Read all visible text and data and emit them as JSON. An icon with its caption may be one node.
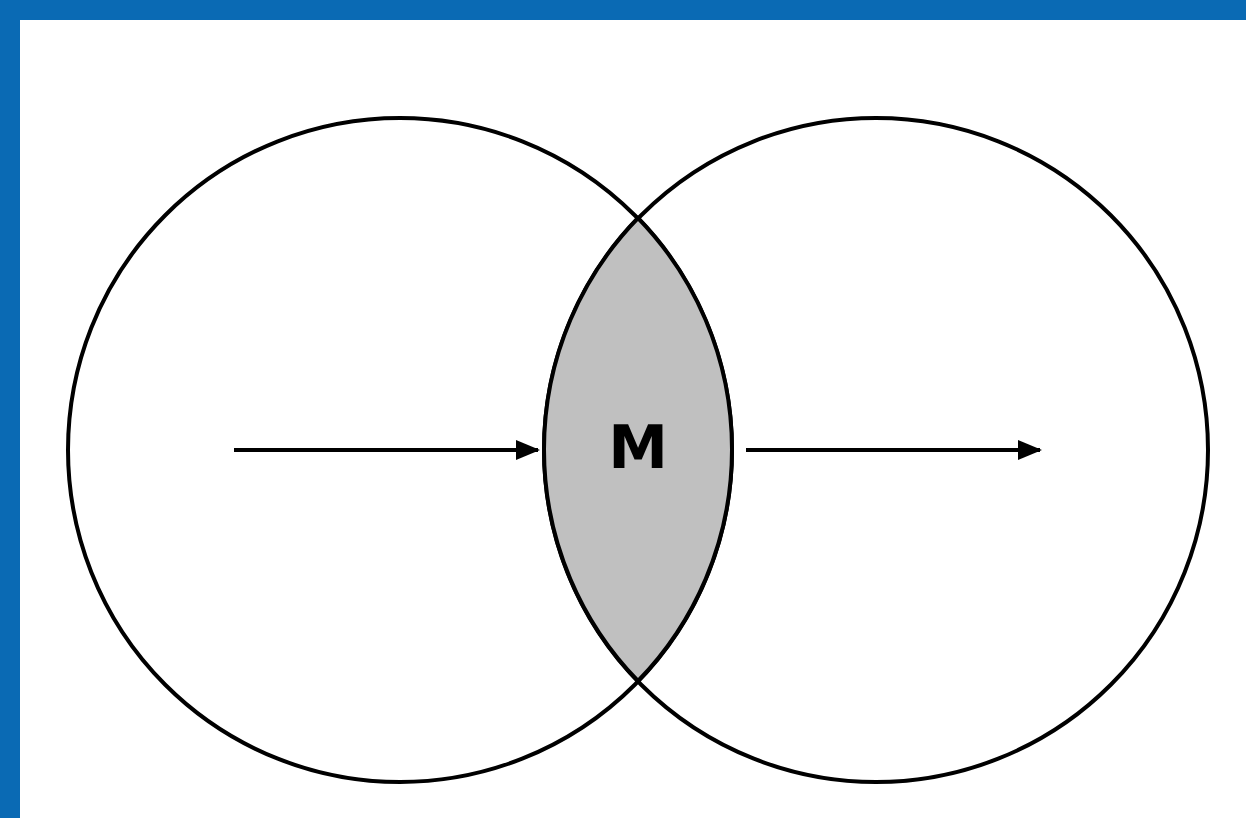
{
  "diagram": {
    "nodes": [
      {
        "text": [],
        "shape": "circle"
      },
      {
        "text": [],
        "shape": "circle"
      },
      {
        "text": [
          "M"
        ]
      }
    ],
    "edges": [
      {
        "from": 0,
        "to": 2,
        "arrow": "to"
      },
      {
        "from": 2,
        "to": 1,
        "arrow": "to"
      }
    ]
  }
}
